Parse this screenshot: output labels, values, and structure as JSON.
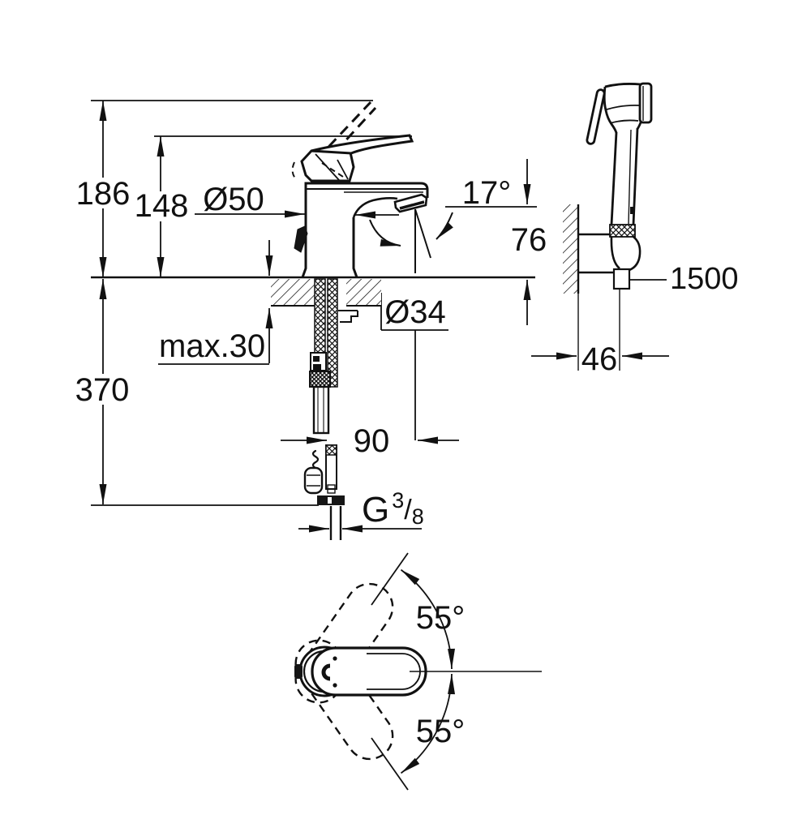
{
  "drawing_type": "technical-dimension-drawing",
  "subject": "single-lever basin mixer with hand shower set",
  "colors": {
    "ink": "#111111",
    "paper": "#ffffff"
  },
  "labels": {
    "overall_height": "186",
    "height_to_lever_tip": "148",
    "body_diameter": "Ø50",
    "spray_angle": "17°",
    "spout_height": "76",
    "hose_length": "1500",
    "hole_diameter": "Ø34",
    "max_deck_thickness": "max.30",
    "bracket_offset": "46",
    "under_deck_length": "370",
    "spout_reach": "90",
    "thread": {
      "g": "G",
      "sup": "3",
      "slash": "/",
      "sub": "8"
    },
    "swivel_top": "55°",
    "swivel_bottom": "55°"
  }
}
